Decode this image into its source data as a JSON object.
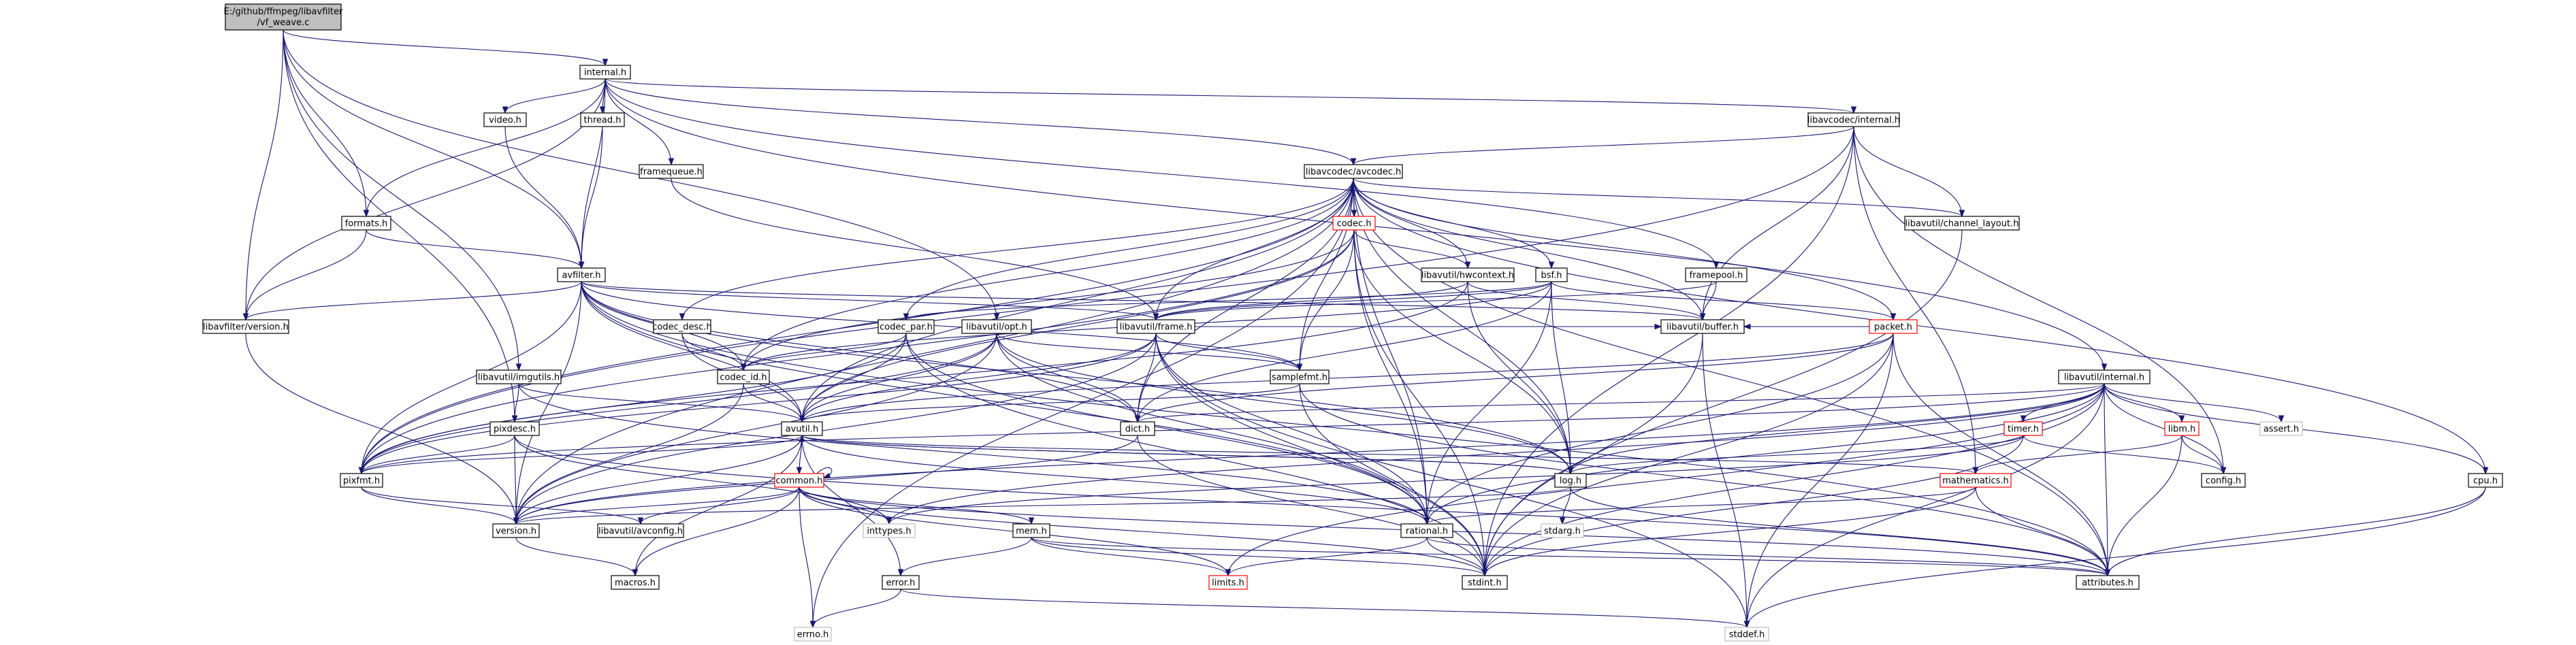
{
  "root": {
    "line1": "E:/github/ffmpeg/libavfilter",
    "line2": "/vf_weave.c"
  },
  "nodes": {
    "internal_h": "internal.h",
    "video_h": "video.h",
    "thread_h": "thread.h",
    "framequeue_h": "framequeue.h",
    "formats_h": "formats.h",
    "avfilter_h": "avfilter.h",
    "libavfilter_version_h": "libavfilter/version.h",
    "codec_desc_h": "codec_desc.h",
    "codec_par_h": "codec_par.h",
    "libavutil_opt_h": "libavutil/opt.h",
    "libavutil_frame_h": "libavutil/frame.h",
    "libavutil_imgutils_h": "libavutil/imgutils.h",
    "pixdesc_h": "pixdesc.h",
    "pixfmt_h": "pixfmt.h",
    "version_h": "version.h",
    "macros_h": "macros.h",
    "codec_id_h": "codec_id.h",
    "avutil_h": "avutil.h",
    "common_h": "common.h",
    "libavutil_avconfig_h": "libavutil/avconfig.h",
    "inttypes_h": "inttypes.h",
    "mem_h": "mem.h",
    "error_h": "error.h",
    "errno_h": "errno.h",
    "limits_h": "limits.h",
    "stddef_h": "stddef.h",
    "samplefmt_h": "samplefmt.h",
    "dict_h": "dict.h",
    "log_h": "log.h",
    "stdarg_h": "stdarg.h",
    "rational_h": "rational.h",
    "stdint_h": "stdint.h",
    "attributes_h": "attributes.h",
    "libavcodec_avcodec_h": "libavcodec/avcodec.h",
    "codec_h": "codec.h",
    "libavutil_hwcontext_h": "libavutil/hwcontext.h",
    "bsf_h": "bsf.h",
    "framepool_h": "framepool.h",
    "packet_h": "packet.h",
    "libavutil_buffer_h": "libavutil/buffer.h",
    "libavcodec_internal_h": "libavcodec/internal.h",
    "libavutil_channel_layout_h": "libavutil/channel_layout.h",
    "libavutil_internal_h": "libavutil/internal.h",
    "timer_h": "timer.h",
    "libm_h": "libm.h",
    "assert_h": "assert.h",
    "config_h": "config.h",
    "mathematics_h": "mathematics.h",
    "cpu_h": "cpu.h"
  },
  "colors": {
    "edge": "#191970",
    "root_fill": "#bfbfbf",
    "node_border": "#000000",
    "red_border": "#ff0000",
    "gray_border": "#bfbfbf"
  }
}
